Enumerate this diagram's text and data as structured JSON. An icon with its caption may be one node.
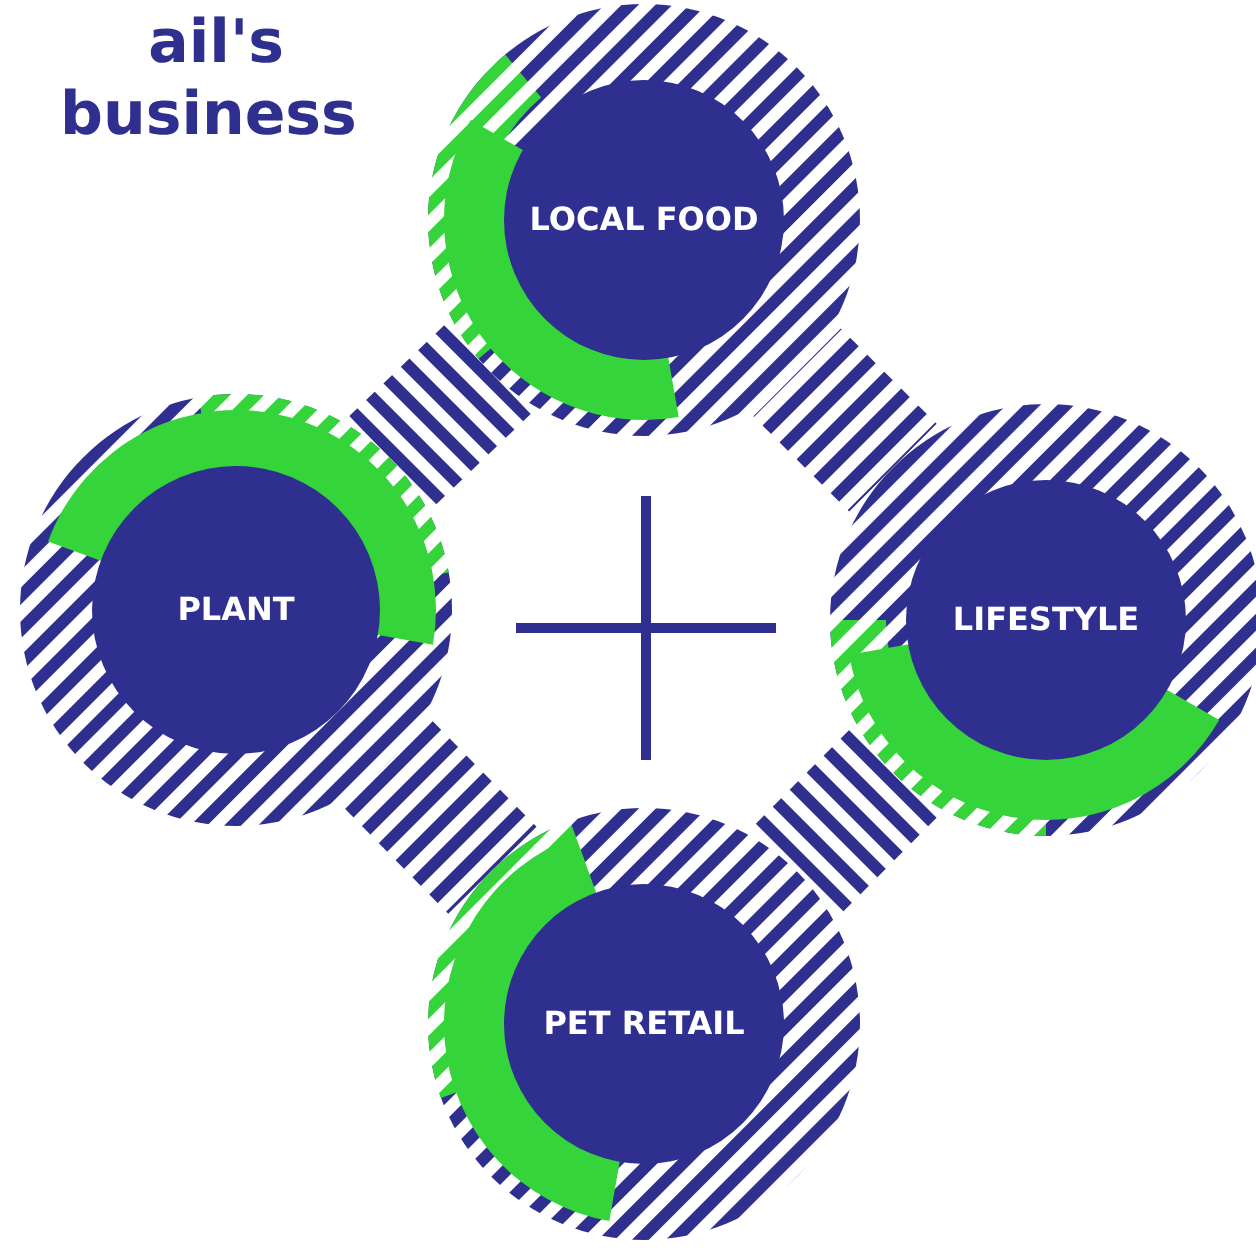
{
  "diagram": {
    "title": "ail's business",
    "nodes": [
      {
        "text": [
          "LOCAL FOOD"
        ]
      },
      {
        "text": [
          "PLANT"
        ]
      },
      {
        "text": [
          "LIFESTYLE"
        ]
      },
      {
        "text": [
          "PET RETAIL"
        ]
      }
    ],
    "edges": [
      {
        "from": 1,
        "to": 0,
        "arrow": "none"
      },
      {
        "from": 0,
        "to": 2,
        "arrow": "none"
      },
      {
        "from": 1,
        "to": 3,
        "arrow": "none"
      },
      {
        "from": 3,
        "to": 2,
        "arrow": "none"
      }
    ]
  }
}
